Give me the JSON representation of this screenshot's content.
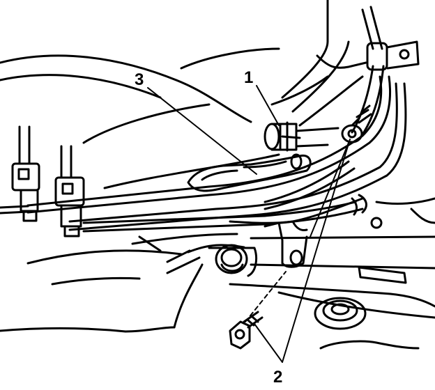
{
  "callouts": [
    {
      "number": "1",
      "meaning": ""
    },
    {
      "number": "2",
      "meaning": ""
    },
    {
      "number": "3",
      "meaning": ""
    }
  ],
  "colors": {
    "line": "#000000",
    "background": "#ffffff"
  }
}
